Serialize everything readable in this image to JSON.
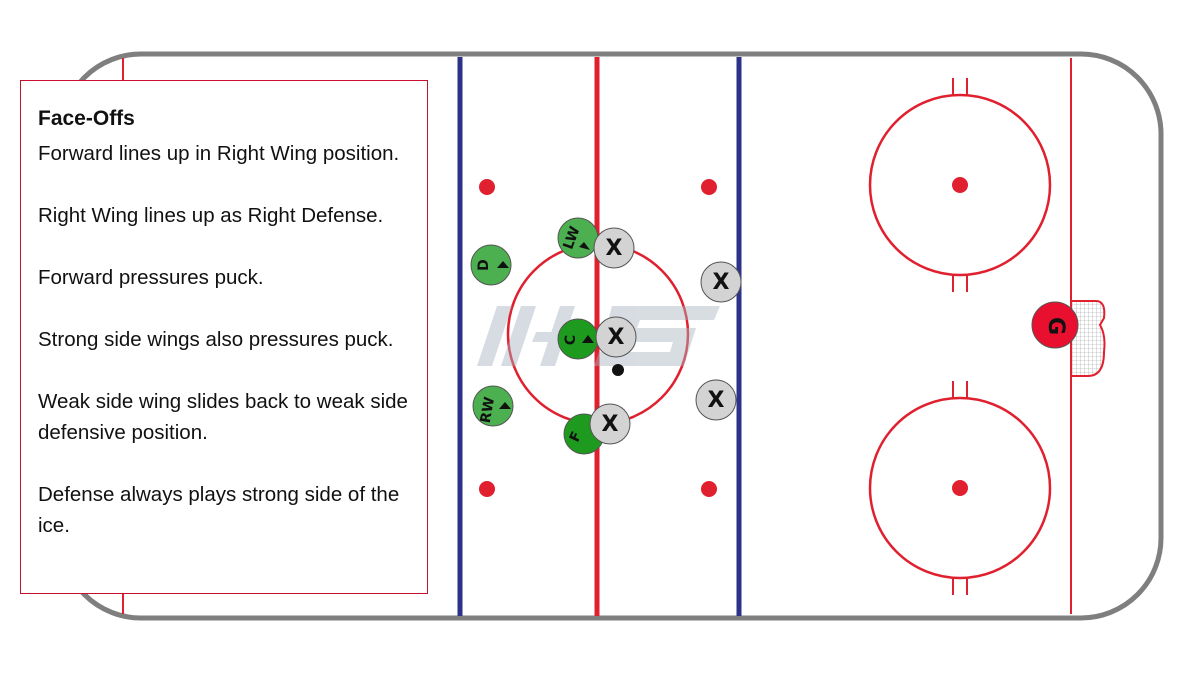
{
  "diagram": {
    "title": "Face-Offs",
    "notes": [
      "Forward lines up in Right Wing position.",
      "Right Wing lines up as Right Defense.",
      "Forward pressures puck.",
      "Strong side wings also pressures puck.",
      "Weak side wing slides back to weak side defensive position.",
      "Defense always plays strong side of the ice."
    ],
    "players": {
      "lw": "LW",
      "d": "D",
      "c": "C",
      "rw": "RW",
      "f": "F",
      "goalie": "G"
    },
    "opponent_marker": "X",
    "watermark": "IHS",
    "colors": {
      "rink_line_red": "#e0202e",
      "blue_line": "#2b3288",
      "boards": "#7f7f7f",
      "player_light_green": "#4caf50",
      "player_dark_green": "#1e9b1e",
      "opponent_fill": "#d3d3d3",
      "goalie_fill": "#e8102e"
    }
  }
}
